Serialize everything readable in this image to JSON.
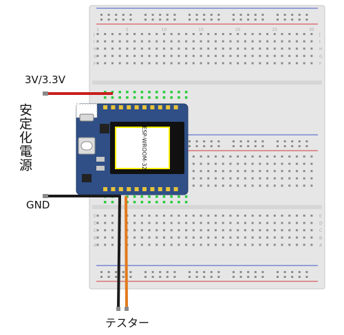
{
  "labels": {
    "power_supply": "安定化電源",
    "voltage": "3V/3.3V",
    "ground": "GND",
    "tester": "テスター"
  },
  "module": {
    "name": "ESP-WROOM-32"
  },
  "breadboard": {
    "column_numbers": [
      "1",
      "5",
      "10",
      "15",
      "20",
      "25",
      "30"
    ],
    "row_letters_top": [
      "J",
      "I",
      "H",
      "G",
      "F"
    ],
    "row_letters_bottom": [
      "E",
      "D",
      "C",
      "B",
      "A"
    ]
  },
  "colors": {
    "board": "#e6e6e6",
    "hole": "#8a8a8a",
    "rail_red": "#d23b3b",
    "rail_blue": "#4057c9",
    "wire_red": "#c81e1e",
    "wire_black": "#1a1a1a",
    "wire_orange": "#e07a1f",
    "pcb": "#2f4f86",
    "pcb_dark": "#1f2a3c",
    "highlight_green": "#2ecc40"
  }
}
